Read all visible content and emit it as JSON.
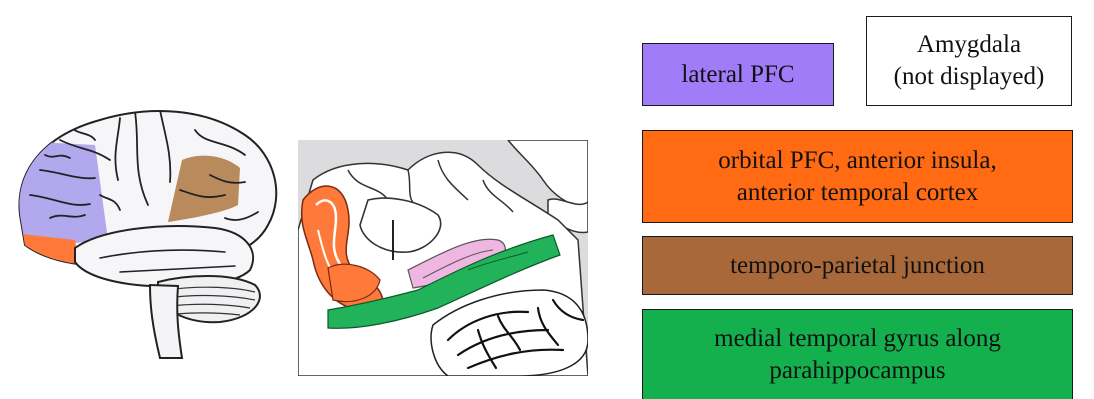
{
  "legend": [
    {
      "id": "lateral",
      "lines": [
        "lateral PFC"
      ],
      "color": "#a07cf8"
    },
    {
      "id": "amygdala",
      "lines": [
        "Amygdala",
        "(not displayed)"
      ],
      "color": "#ffffff"
    },
    {
      "id": "orbital",
      "lines": [
        "orbital PFC, anterior insula,",
        "anterior temporal cortex"
      ],
      "color": "#ff6a12"
    },
    {
      "id": "tpj",
      "lines": [
        "temporo-parietal junction"
      ],
      "color": "#a8683a"
    },
    {
      "id": "medial",
      "lines": [
        "medial temporal gyrus along",
        "parahippocampus"
      ],
      "color": "#14b04e"
    }
  ],
  "figure": {
    "lateral_view_icon": "brain-lateral-view",
    "sagittal_view_icon": "brain-medial-sagittal-view",
    "region_colors": {
      "lateral_pfc": "#b2a8ee",
      "orbital": "#ff7a3a",
      "tpj": "#b98a5c",
      "medial_temporal": "#22b25a",
      "pink": "#f0b6e2"
    }
  }
}
